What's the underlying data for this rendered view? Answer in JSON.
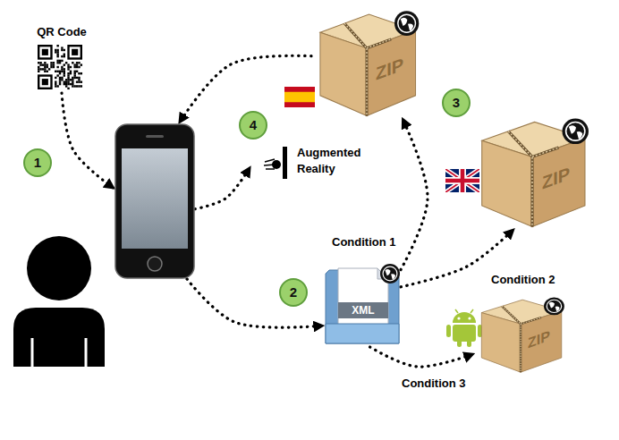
{
  "diagram": {
    "nodes": [
      {
        "text": [
          "QR Code"
        ]
      },
      {
        "text": [
          "ZIP"
        ]
      },
      {
        "text": []
      },
      {
        "text": [
          "Augmented Reality"
        ]
      },
      {
        "text": [
          "ZIP"
        ]
      },
      {
        "text": [
          "XML"
        ]
      },
      {
        "text": [
          "ZIP"
        ]
      }
    ],
    "edges": [
      {
        "from": 0,
        "to": 2,
        "arrow": "to"
      },
      {
        "from": 2,
        "to": 5,
        "arrow": "to"
      },
      {
        "from": 5,
        "to": 1,
        "arrow": "to",
        "label": "Condition 1"
      },
      {
        "from": 5,
        "to": 4,
        "arrow": "to",
        "label": "Condition 2"
      },
      {
        "from": 5,
        "to": 6,
        "arrow": "to",
        "label": "Condition 3"
      },
      {
        "from": 1,
        "to": 2,
        "arrow": "to"
      },
      {
        "from": 2,
        "to": 3,
        "arrow": "to"
      }
    ],
    "labels": [
      "1",
      "2",
      "3",
      "4"
    ]
  }
}
